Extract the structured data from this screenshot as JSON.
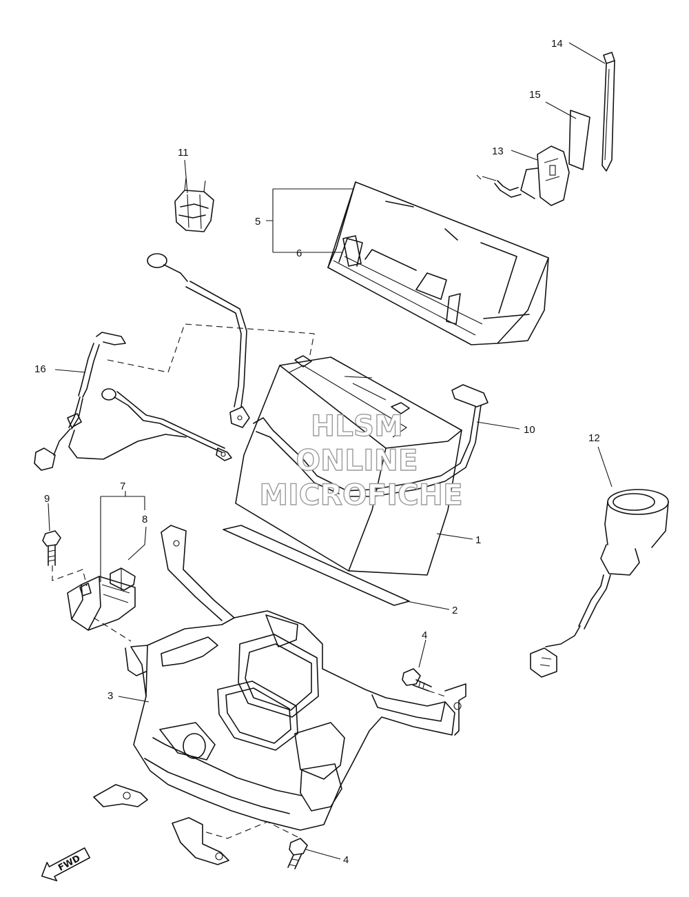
{
  "callouts": {
    "c1": "1",
    "c2": "2",
    "c3": "3",
    "c4a": "4",
    "c4b": "4",
    "c5": "5",
    "c6": "6",
    "c7": "7",
    "c8": "8",
    "c9": "9",
    "c10": "10",
    "c11": "11",
    "c12": "12",
    "c13": "13",
    "c14": "14",
    "c15": "15",
    "c16": "16"
  },
  "watermark": {
    "line1": "HLSM",
    "line2": "ONLINE",
    "line3": "MICROFICHE"
  },
  "direction_badge": "FWD"
}
